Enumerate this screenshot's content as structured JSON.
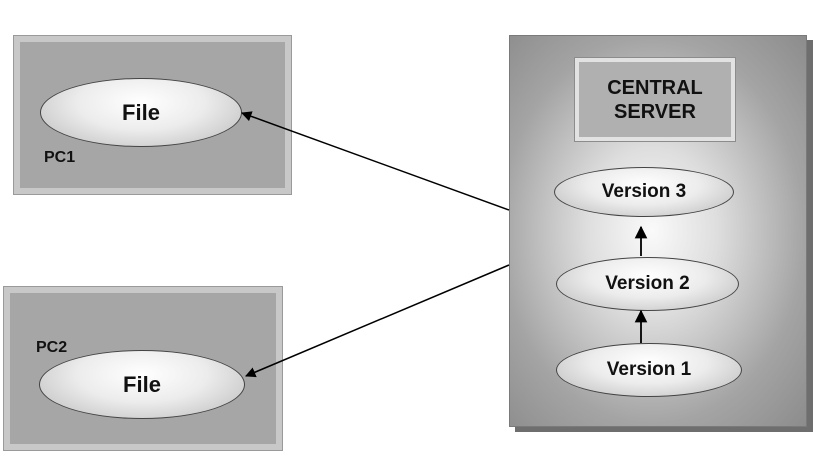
{
  "pc1": {
    "label": "PC1",
    "file": "File"
  },
  "pc2": {
    "label": "PC2",
    "file": "File"
  },
  "server": {
    "title": "CENTRAL\nSERVER",
    "versions": [
      "Version 3",
      "Version 2",
      "Version 1"
    ]
  }
}
